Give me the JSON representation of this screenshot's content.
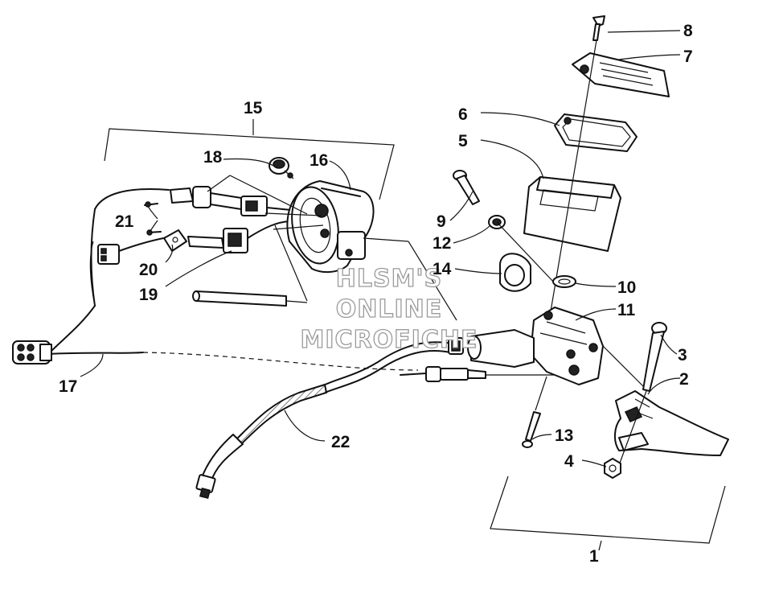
{
  "watermark": {
    "line1": "HLSM'S",
    "line2": "ONLINE",
    "line3": "MICROFICHE"
  },
  "callouts": [
    "1",
    "2",
    "3",
    "4",
    "5",
    "6",
    "7",
    "8",
    "9",
    "10",
    "11",
    "12",
    "13",
    "14",
    "15",
    "16",
    "17",
    "18",
    "19",
    "20",
    "21",
    "22"
  ],
  "colors": {
    "ink": "#111111",
    "background": "#ffffff",
    "watermark_outline": "#9a9a9a"
  }
}
